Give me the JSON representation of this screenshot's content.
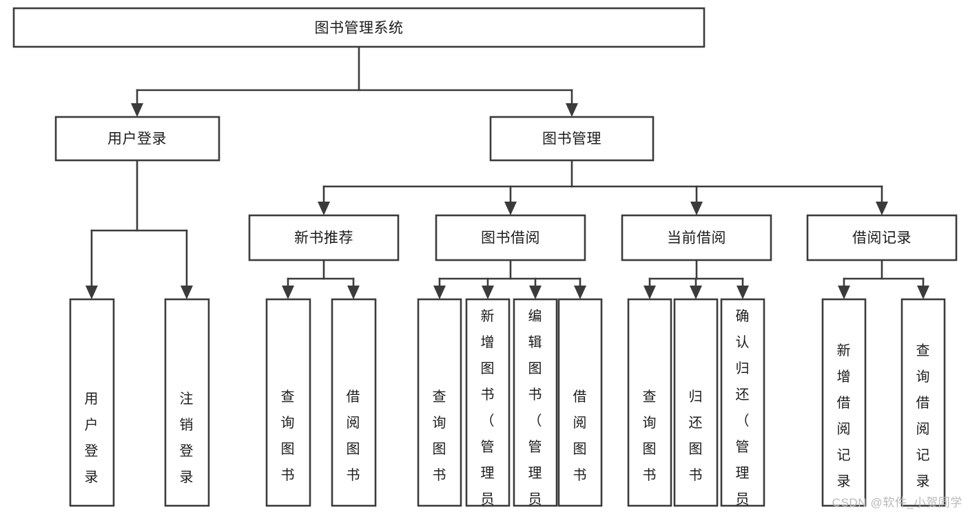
{
  "diagram": {
    "type": "tree",
    "title": "图书管理系统",
    "orientation": "top-down",
    "watermark": "CSDN @软件_小贺同学",
    "colors": {
      "box_stroke": "#3b3b3b",
      "box_fill": "#ffffff",
      "connector": "#3b3b3b",
      "text": "#1c1c1c",
      "watermark": "#b9b9b9",
      "background": "#ffffff"
    },
    "root": {
      "label": "图书管理系统"
    },
    "level2": [
      {
        "label": "用户登录"
      },
      {
        "label": "图书管理"
      }
    ],
    "level3": [
      {
        "label": "新书推荐"
      },
      {
        "label": "图书借阅"
      },
      {
        "label": "当前借阅"
      },
      {
        "label": "借阅记录"
      }
    ],
    "leaves": {
      "user_login": [
        {
          "label": "用户登录"
        },
        {
          "label": "注销登录"
        }
      ],
      "new_book_recommend": [
        {
          "label": "查询图书"
        },
        {
          "label": "借阅图书"
        }
      ],
      "book_borrow": [
        {
          "label": "查询图书"
        },
        {
          "label": "新增图书（管理员）"
        },
        {
          "label": "编辑图书（管理员）"
        },
        {
          "label": "借阅图书"
        }
      ],
      "current_borrow": [
        {
          "label": "查询图书"
        },
        {
          "label": "归还图书"
        },
        {
          "label": "确认归还（管理员）"
        }
      ],
      "borrow_record": [
        {
          "label": "新增借阅记录"
        },
        {
          "label": "查询借阅记录"
        }
      ]
    }
  }
}
